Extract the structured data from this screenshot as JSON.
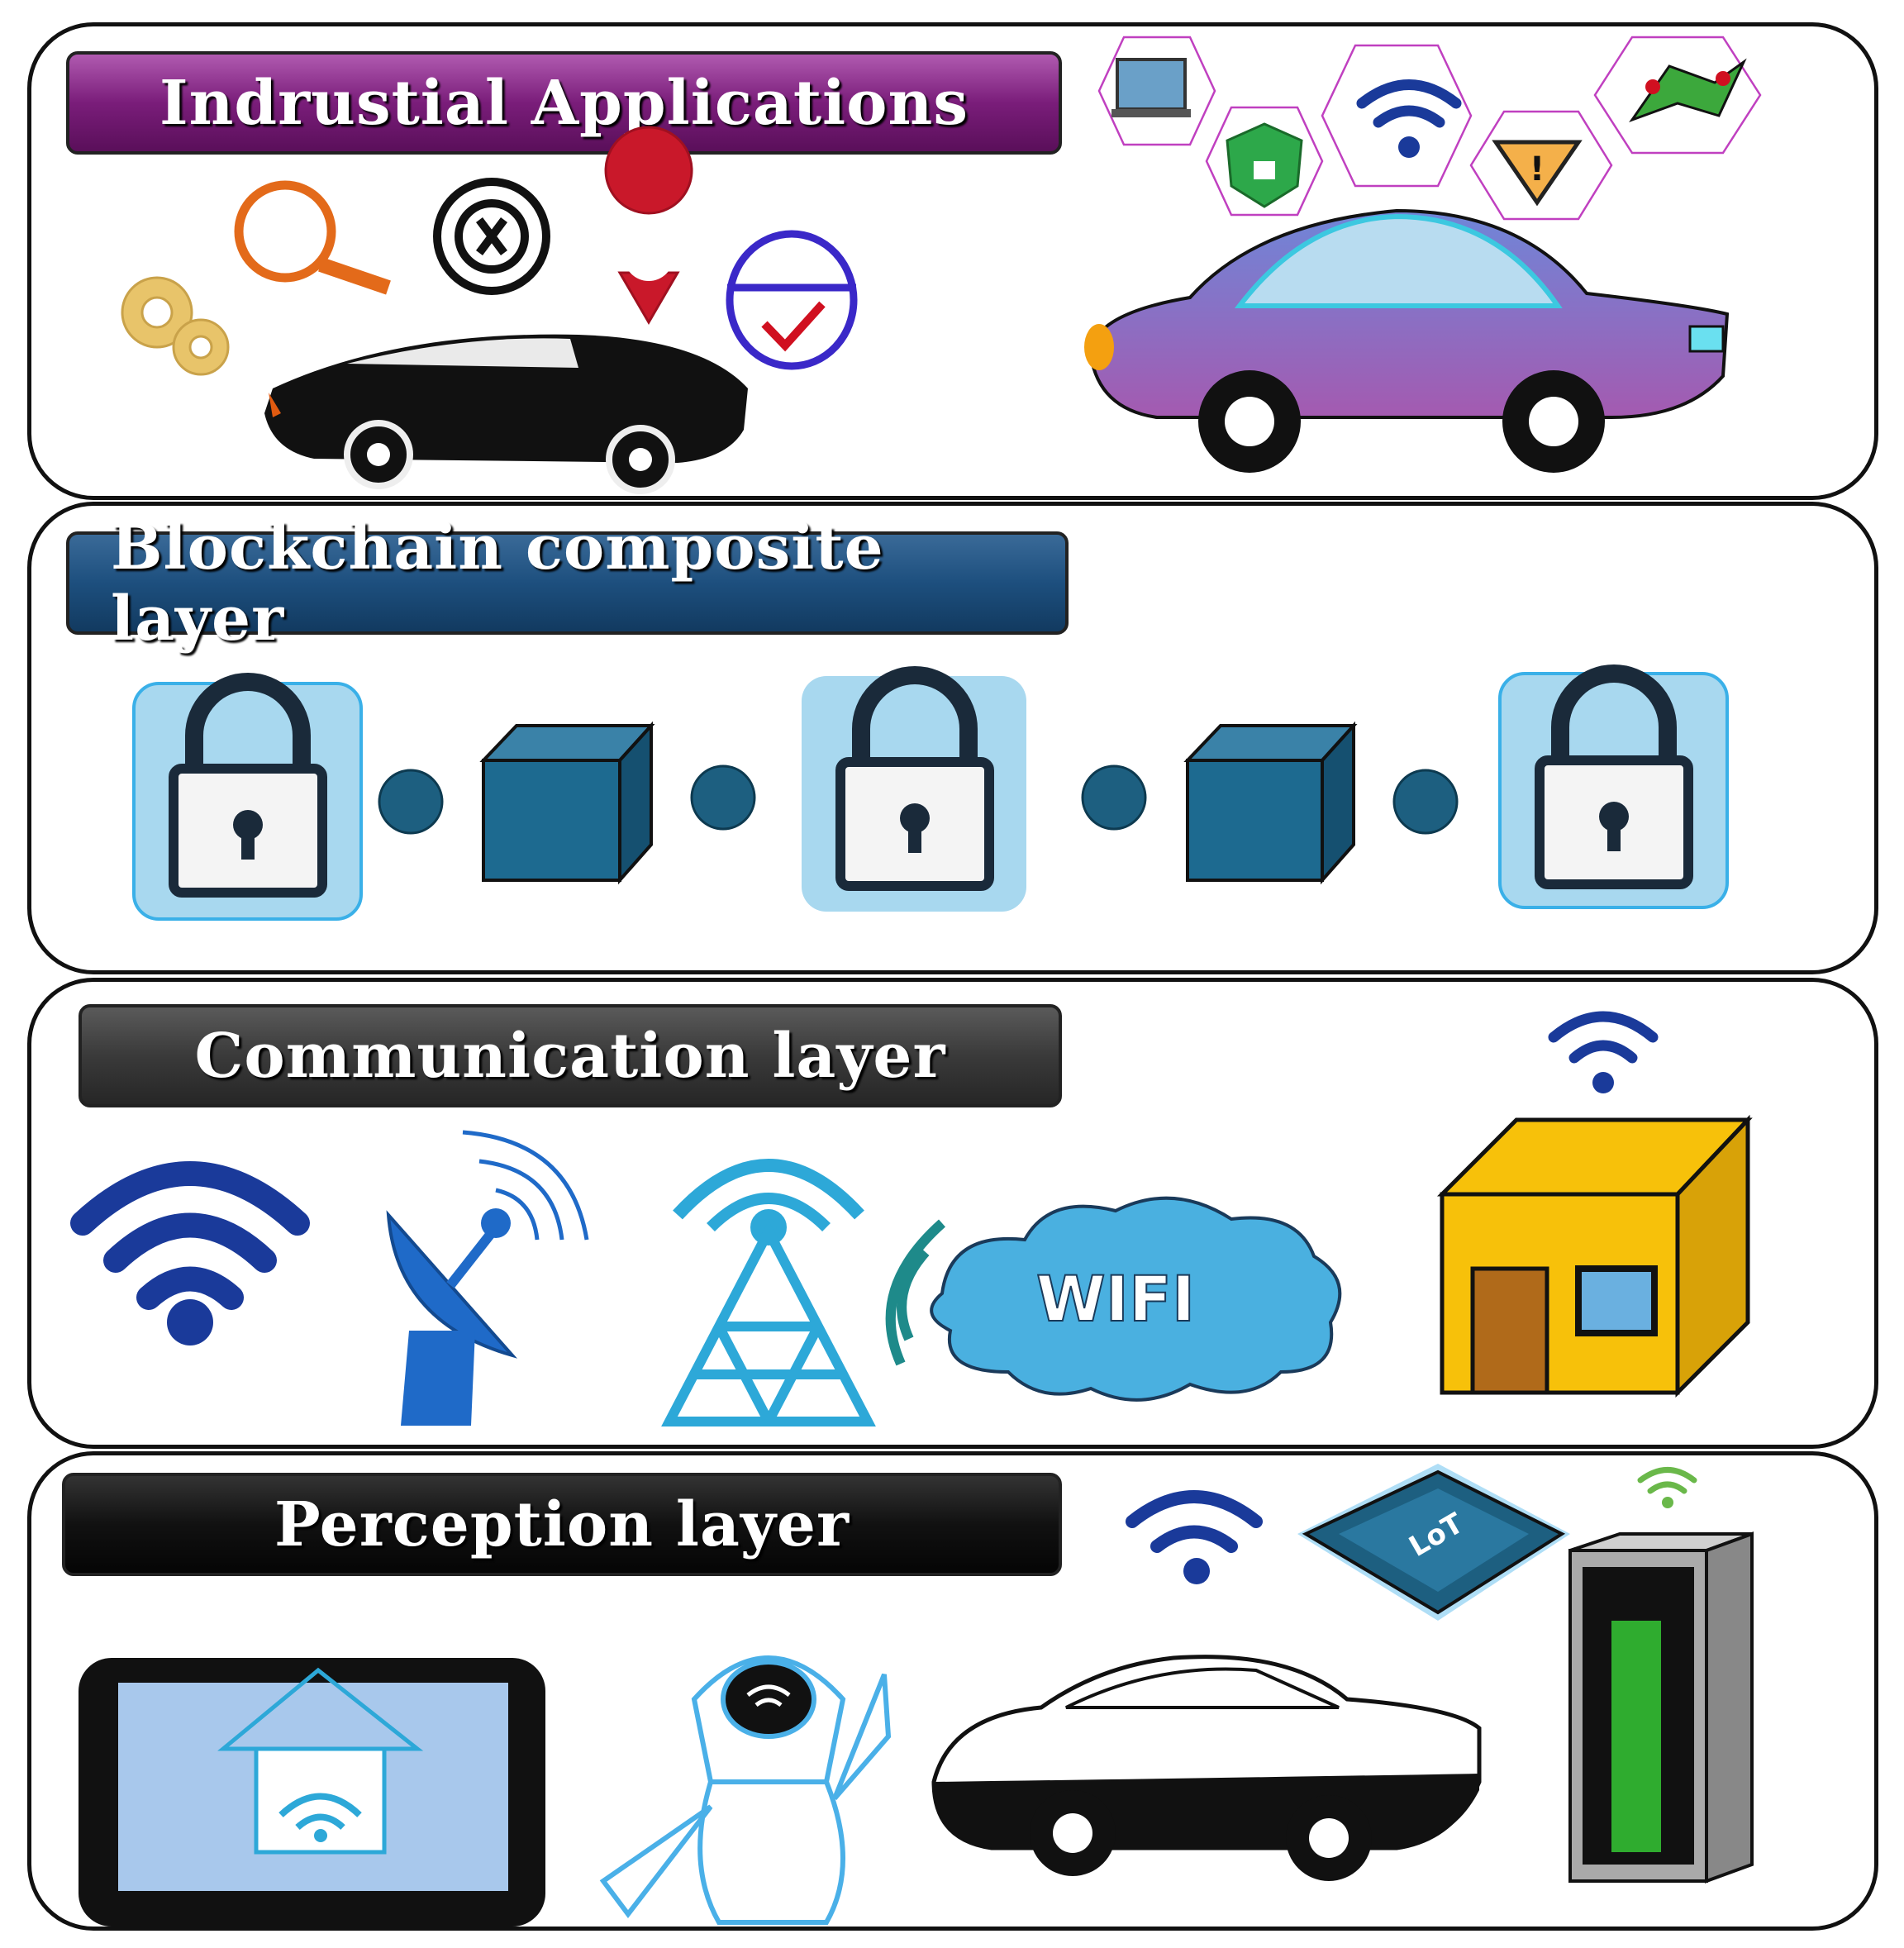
{
  "layers": {
    "industrial": {
      "title": "Indrustial Applications"
    },
    "blockchain": {
      "title": "Blockchain  composite layer"
    },
    "communication": {
      "title": "Communication layer",
      "cloud_label": "WIFI"
    },
    "perception": {
      "title": "Perception layer",
      "chip_label": "LoT"
    }
  },
  "colors": {
    "purple_banner": "#7a1d7a",
    "blue_banner": "#1d4f7e",
    "gray_banner": "#3a3a3a",
    "black_banner": "#111111",
    "lock_tile": "#a8d8ef",
    "block_cube": "#1d5f80",
    "wifi_blue": "#1a3a9a",
    "cloud": "#4ab0e0",
    "house": "#f7c10a",
    "car_purple": "#7f6fc0"
  },
  "icons": [
    "gears-icon",
    "magnifier-icon",
    "settings-gear-icon",
    "location-pin-icon",
    "check-shield-icon",
    "laptop-tools-icon",
    "security-shield-icon",
    "wifi-icon",
    "warning-icon",
    "map-icon",
    "padlock-icon",
    "block-cube-icon",
    "satellite-dish-icon",
    "cell-tower-icon",
    "cloud-icon",
    "house-icon",
    "tablet-icon",
    "robot-icon",
    "chip-icon",
    "server-icon",
    "car-icon"
  ]
}
